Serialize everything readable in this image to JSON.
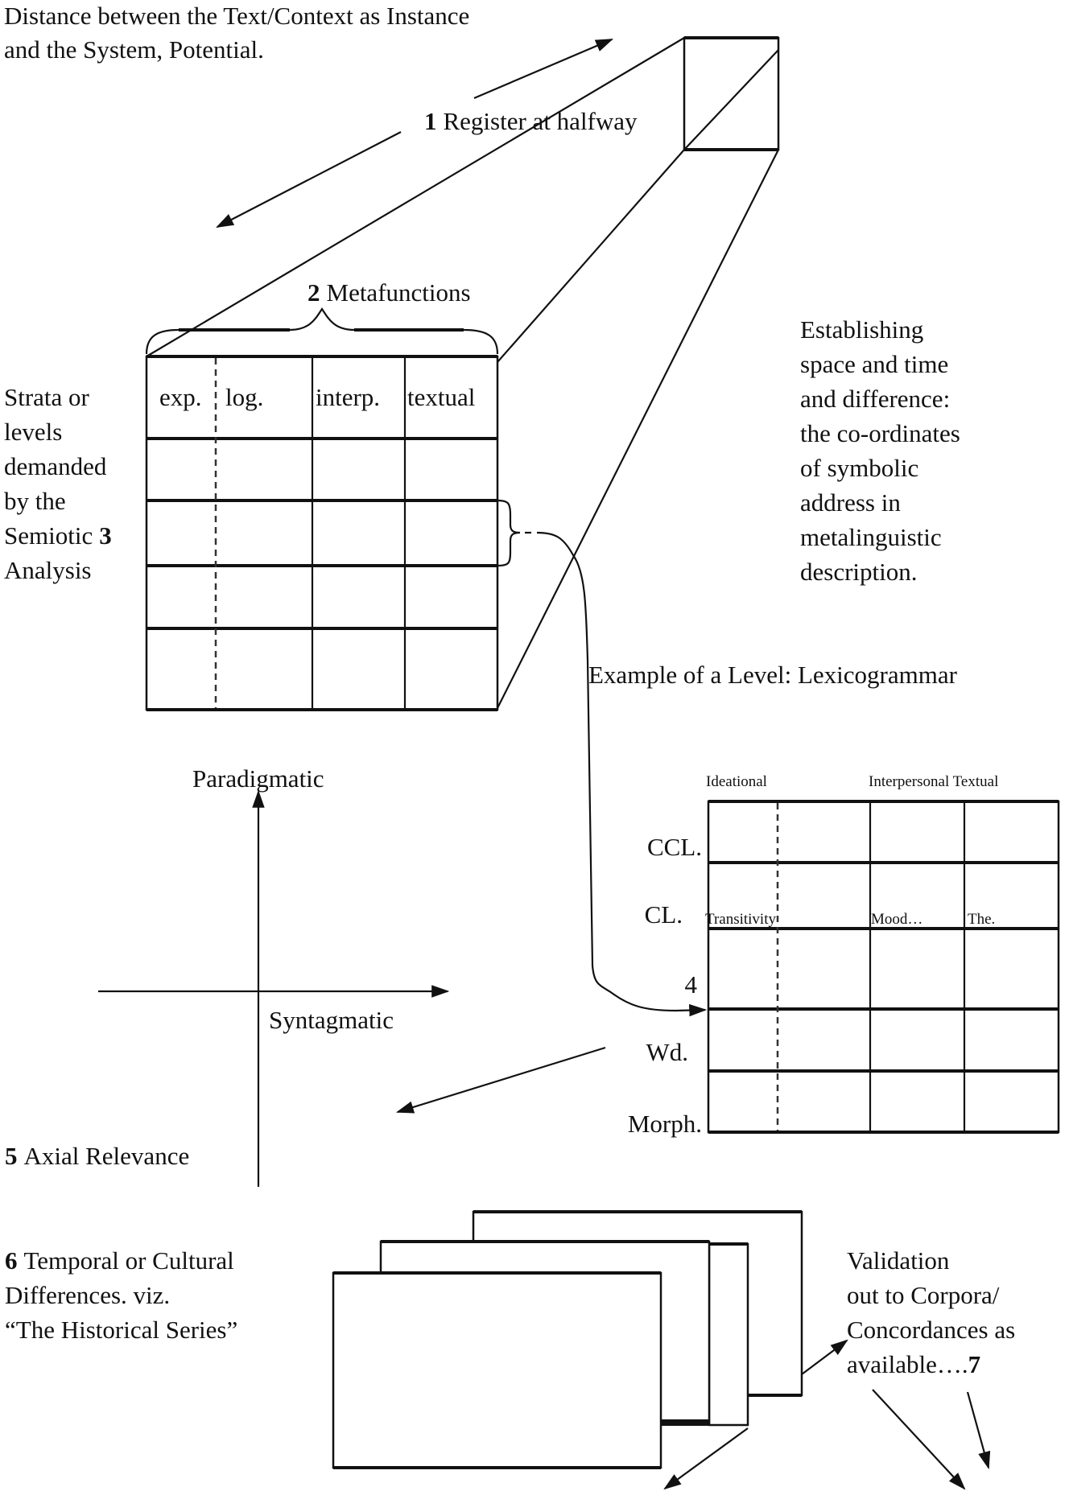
{
  "title_note": {
    "lines": [
      "Distance between the Text/Context as Instance",
      "and the System, Potential."
    ]
  },
  "register": {
    "number": "1",
    "label": "Register at halfway"
  },
  "metafunctions": {
    "number": "2",
    "label": "Metafunctions",
    "columns": [
      "exp.",
      "log.",
      "interp.",
      "textual"
    ],
    "row_count": 5
  },
  "strata": {
    "lines": [
      "Strata or",
      "levels",
      "demanded",
      "by the",
      "Semiotic",
      "Analysis"
    ],
    "number": "3"
  },
  "coordinates_note": {
    "lines": [
      "Establishing",
      "space and time",
      "and difference:",
      "the co-ordinates",
      "of symbolic",
      "address in",
      "metalinguistic",
      "description."
    ]
  },
  "lexicogrammar": {
    "title": "Example of a Level: Lexicogrammar",
    "header_left": "Ideational",
    "header_right": "Interpersonal Textual",
    "row_labels": [
      "CCL.",
      "CL.",
      "Wd.",
      "Morph."
    ],
    "pointer_number": "4",
    "cl_row_cells": [
      "Transitivity",
      "Mood…",
      "The."
    ]
  },
  "axes": {
    "vertical_label": "Paradigmatic",
    "horizontal_label": "Syntagmatic",
    "number": "5",
    "caption": "Axial Relevance"
  },
  "historical": {
    "number": "6",
    "lines": [
      "Temporal or Cultural",
      "Differences. viz.",
      "“The Historical Series”"
    ]
  },
  "validation": {
    "lines": [
      "Validation",
      "out to Corpora/",
      "Concordances as",
      "available…."
    ],
    "number": "7"
  }
}
